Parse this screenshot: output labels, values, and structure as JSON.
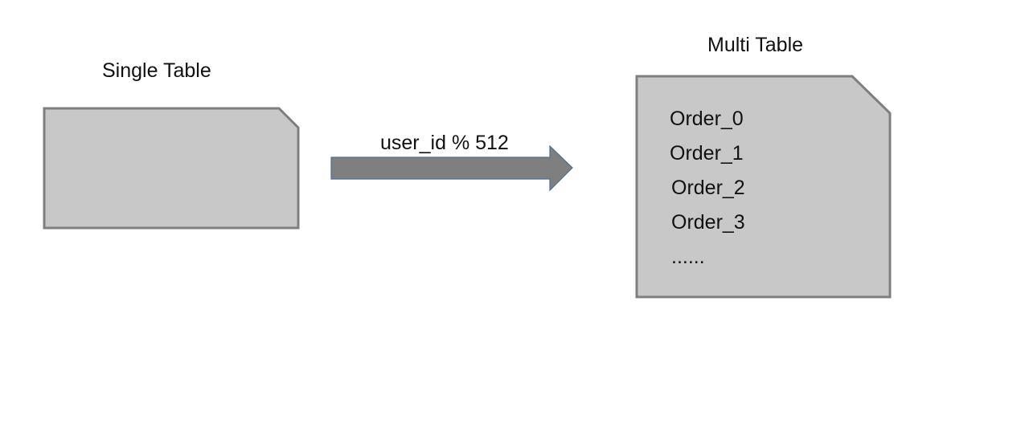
{
  "single_table": {
    "title": "Single Table"
  },
  "arrow": {
    "label": "user_id % 512"
  },
  "multi_table": {
    "title": "Multi Table",
    "items": [
      "Order_0",
      "Order_1",
      "Order_2",
      "Order_3",
      "......"
    ]
  },
  "colors": {
    "shape_fill": "#c8c8c8",
    "shape_stroke": "#7f7f7f",
    "arrow_fill": "#7f7f7f",
    "arrow_stroke": "#4a6f99"
  }
}
